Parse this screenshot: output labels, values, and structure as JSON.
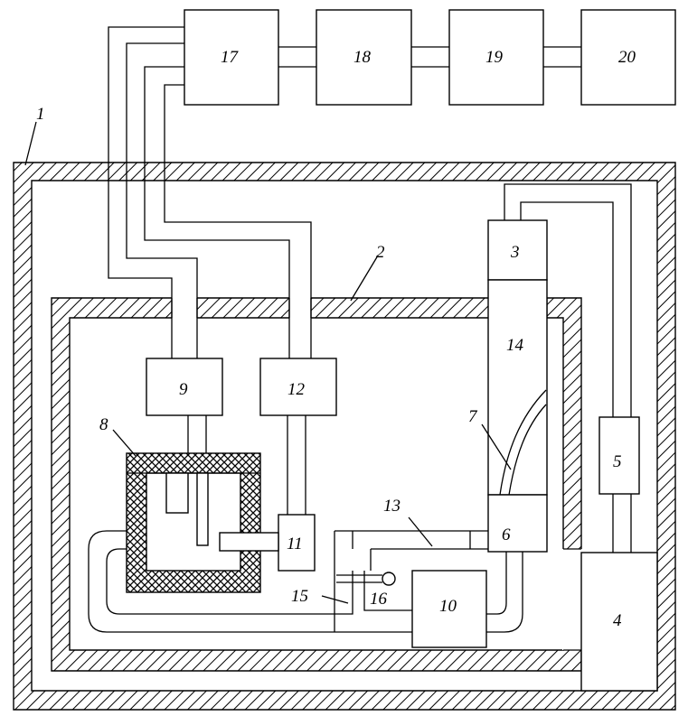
{
  "labels": {
    "1": "1",
    "2": "2",
    "3": "3",
    "4": "4",
    "5": "5",
    "6": "6",
    "7": "7",
    "8": "8",
    "9": "9",
    "10": "10",
    "11": "11",
    "12": "12",
    "13": "13",
    "14": "14",
    "15": "15",
    "16": "16",
    "17": "17",
    "18": "18",
    "19": "19",
    "20": "20"
  },
  "colors": {
    "line": "#000000",
    "background": "#ffffff"
  }
}
